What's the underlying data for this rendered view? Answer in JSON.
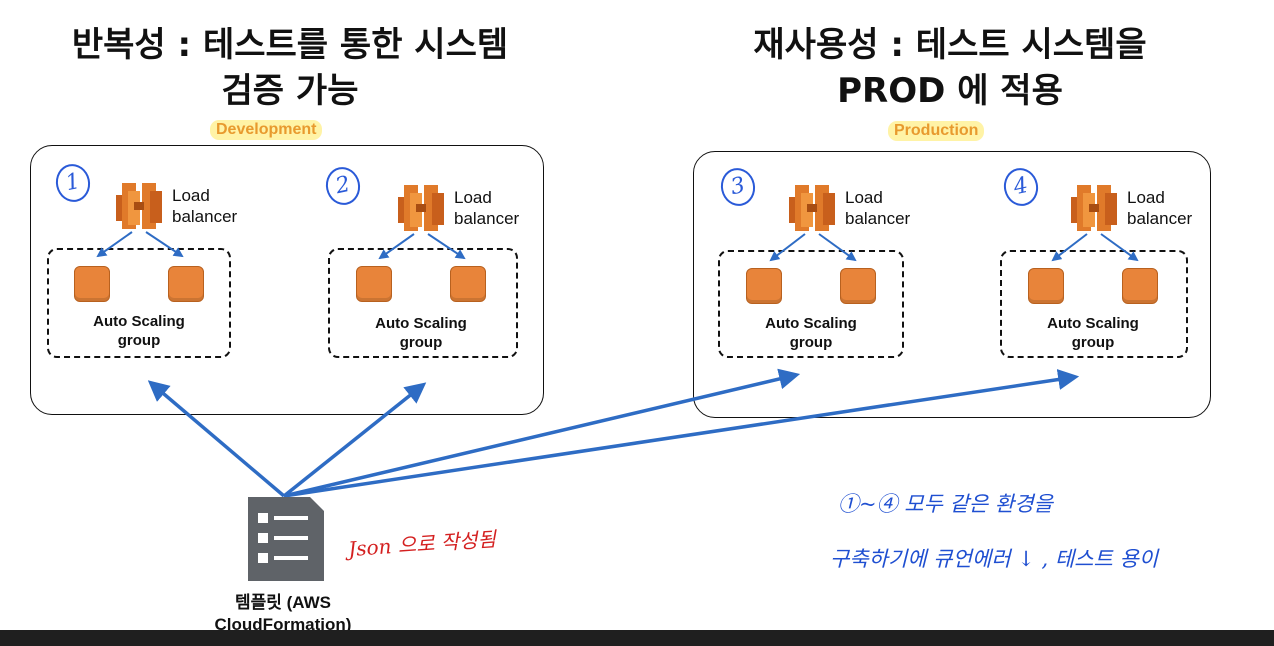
{
  "titles": {
    "left_line1": "반복성 : 테스트를 통한 시스템",
    "left_line2": "검증 가능",
    "right_line1": "재사용성 : 테스트 시스템을",
    "right_line2": "PROD 에 적용"
  },
  "environments": {
    "development": "Development",
    "production": "Production"
  },
  "stacks": [
    {
      "number": "1",
      "lb_line1": "Load",
      "lb_line2": "balancer",
      "asg_line1": "Auto Scaling",
      "asg_line2": "group"
    },
    {
      "number": "2",
      "lb_line1": "Load",
      "lb_line2": "balancer",
      "asg_line1": "Auto Scaling",
      "asg_line2": "group"
    },
    {
      "number": "3",
      "lb_line1": "Load",
      "lb_line2": "balancer",
      "asg_line1": "Auto Scaling",
      "asg_line2": "group"
    },
    {
      "number": "4",
      "lb_line1": "Load",
      "lb_line2": "balancer",
      "asg_line1": "Auto Scaling",
      "asg_line2": "group"
    }
  ],
  "template": {
    "line1": "템플릿 (AWS",
    "line2": "CloudFormation)"
  },
  "notes": {
    "json": "Json 으로 작성됨",
    "summary_line1": "①~④ 모두 같은 환경을",
    "summary_line2": "구축하기에 큐언에러 ↓ , 테스트 용이"
  },
  "colors": {
    "arrow": "#2e6cc4",
    "instance": "#e8843a",
    "load_balancer": "#e07a2a",
    "highlight": "#fff3a6",
    "handwriting": "#1f4fd1"
  }
}
